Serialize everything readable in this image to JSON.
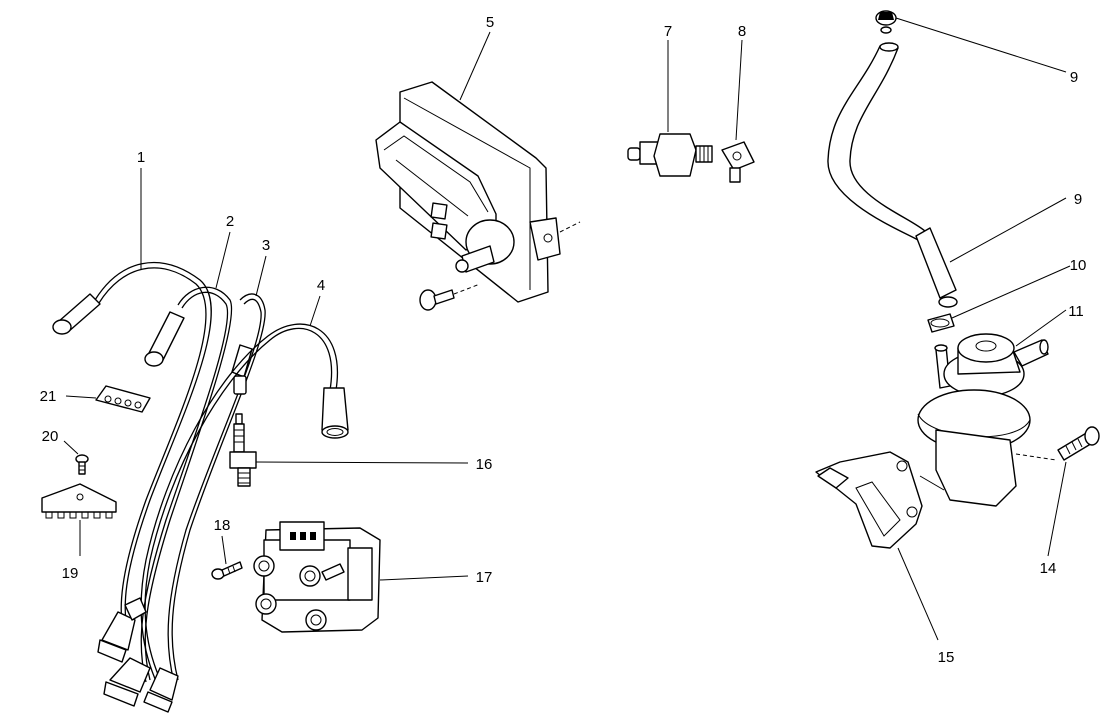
{
  "callouts": [
    {
      "key": "c1",
      "label": "1"
    },
    {
      "key": "c2",
      "label": "2"
    },
    {
      "key": "c3",
      "label": "3"
    },
    {
      "key": "c4",
      "label": "4"
    },
    {
      "key": "c5",
      "label": "5"
    },
    {
      "key": "c7",
      "label": "7"
    },
    {
      "key": "c8",
      "label": "8"
    },
    {
      "key": "c9a",
      "label": "9"
    },
    {
      "key": "c9b",
      "label": "9"
    },
    {
      "key": "c10",
      "label": "10"
    },
    {
      "key": "c11",
      "label": "11"
    },
    {
      "key": "c14",
      "label": "14"
    },
    {
      "key": "c15",
      "label": "15"
    },
    {
      "key": "c16",
      "label": "16"
    },
    {
      "key": "c17",
      "label": "17"
    },
    {
      "key": "c18",
      "label": "18"
    },
    {
      "key": "c19",
      "label": "19"
    },
    {
      "key": "c20",
      "label": "20"
    },
    {
      "key": "c21",
      "label": "21"
    }
  ],
  "parts": [
    {
      "key": "p1",
      "icon": "hv-lead-1-icon"
    },
    {
      "key": "p2",
      "icon": "hv-lead-2-icon"
    },
    {
      "key": "p3",
      "icon": "hv-lead-3-icon"
    },
    {
      "key": "p4",
      "icon": "hv-lead-4-icon"
    },
    {
      "key": "p5",
      "icon": "ecu-module-icon"
    },
    {
      "key": "p7",
      "icon": "pressure-switch-icon"
    },
    {
      "key": "p8",
      "icon": "elbow-fitting-icon"
    },
    {
      "key": "p9",
      "icon": "hose-clip-icon"
    },
    {
      "key": "p10",
      "icon": "fuel-hose-icon"
    },
    {
      "key": "p11",
      "icon": "fuel-pump-icon"
    },
    {
      "key": "p14",
      "icon": "bolt-icon"
    },
    {
      "key": "p15",
      "icon": "gasket-icon"
    },
    {
      "key": "p16",
      "icon": "spark-plug-icon"
    },
    {
      "key": "p17",
      "icon": "ignition-coil-icon"
    },
    {
      "key": "p18",
      "icon": "screw-icon"
    },
    {
      "key": "p19",
      "icon": "lead-bracket-icon"
    },
    {
      "key": "p20",
      "icon": "screw-icon"
    },
    {
      "key": "p21",
      "icon": "lead-separator-icon"
    }
  ]
}
